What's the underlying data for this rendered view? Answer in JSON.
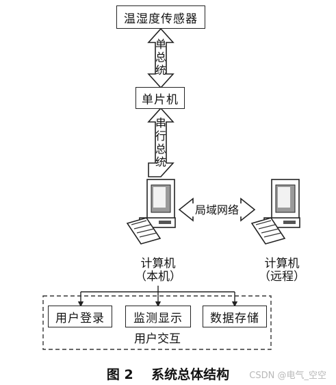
{
  "nodes": {
    "sensor": "温湿度传感器",
    "mcu": "单片机",
    "local_pc": "计算机",
    "local_pc_sub": "（本机）",
    "remote_pc": "计算机",
    "remote_pc_sub": "（远程）",
    "login": "用户登录",
    "monitor": "监测显示",
    "storage": "数据存储"
  },
  "edges": {
    "single_bus": [
      "单",
      "总",
      "统"
    ],
    "serial_bus": [
      "串",
      "行",
      "总",
      "统"
    ],
    "lan": "局域网络"
  },
  "group_label": "用户交互",
  "caption": "图 2    系统总体结构",
  "watermark": "CSDN @电气_空空"
}
